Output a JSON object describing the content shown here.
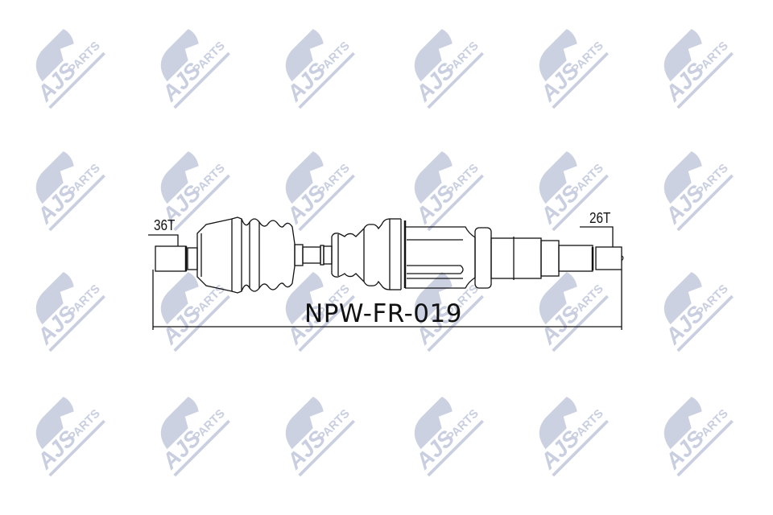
{
  "watermark": {
    "brand": "AJS",
    "subtitle": "PARTS",
    "color": "#c9cfe0",
    "columns_x": [
      85,
      240,
      395,
      555,
      710,
      865
    ],
    "rows_y": [
      88,
      240,
      390,
      545
    ]
  },
  "diagram": {
    "title": "Drive shaft (CV axle) technical drawing",
    "part_number": "NPW-FR-019",
    "left_spline": "36T",
    "right_spline": "26T",
    "line_color": "#111111"
  }
}
